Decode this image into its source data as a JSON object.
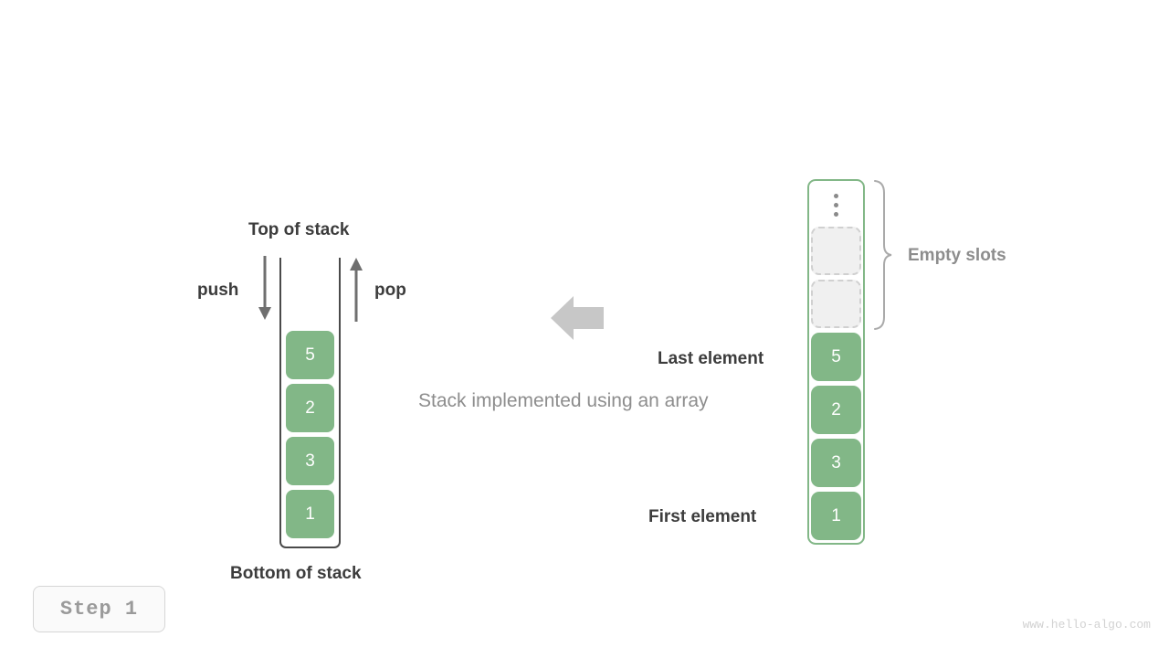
{
  "canvas": {
    "background": "#ffffff",
    "accent_green": "#82b787",
    "text_dark": "#3c3c3c",
    "text_gray": "#8d8d8d",
    "empty_slot_fill": "#f0f0f0",
    "empty_slot_border": "#d0d0d0"
  },
  "caption": {
    "text": "Stack implemented using an array"
  },
  "left_stack": {
    "top_label": "Top of stack",
    "bottom_label": "Bottom of stack",
    "push_label": "push",
    "pop_label": "pop",
    "cells": [
      {
        "value": "5"
      },
      {
        "value": "2"
      },
      {
        "value": "3"
      },
      {
        "value": "1"
      }
    ]
  },
  "right_array": {
    "ellipsis_icon": "vertical-ellipsis-icon",
    "empty_slots_label": "Empty slots",
    "last_element_label": "Last element",
    "first_element_label": "First element",
    "empty_slot_count": 2,
    "cells": [
      {
        "value": "5"
      },
      {
        "value": "2"
      },
      {
        "value": "3"
      },
      {
        "value": "1"
      }
    ]
  },
  "transform_arrow": {
    "icon": "arrow-left-icon",
    "color": "#c7c7c7"
  },
  "step_badge": {
    "text": "Step 1"
  },
  "watermark": {
    "text": "www.hello-algo.com"
  }
}
